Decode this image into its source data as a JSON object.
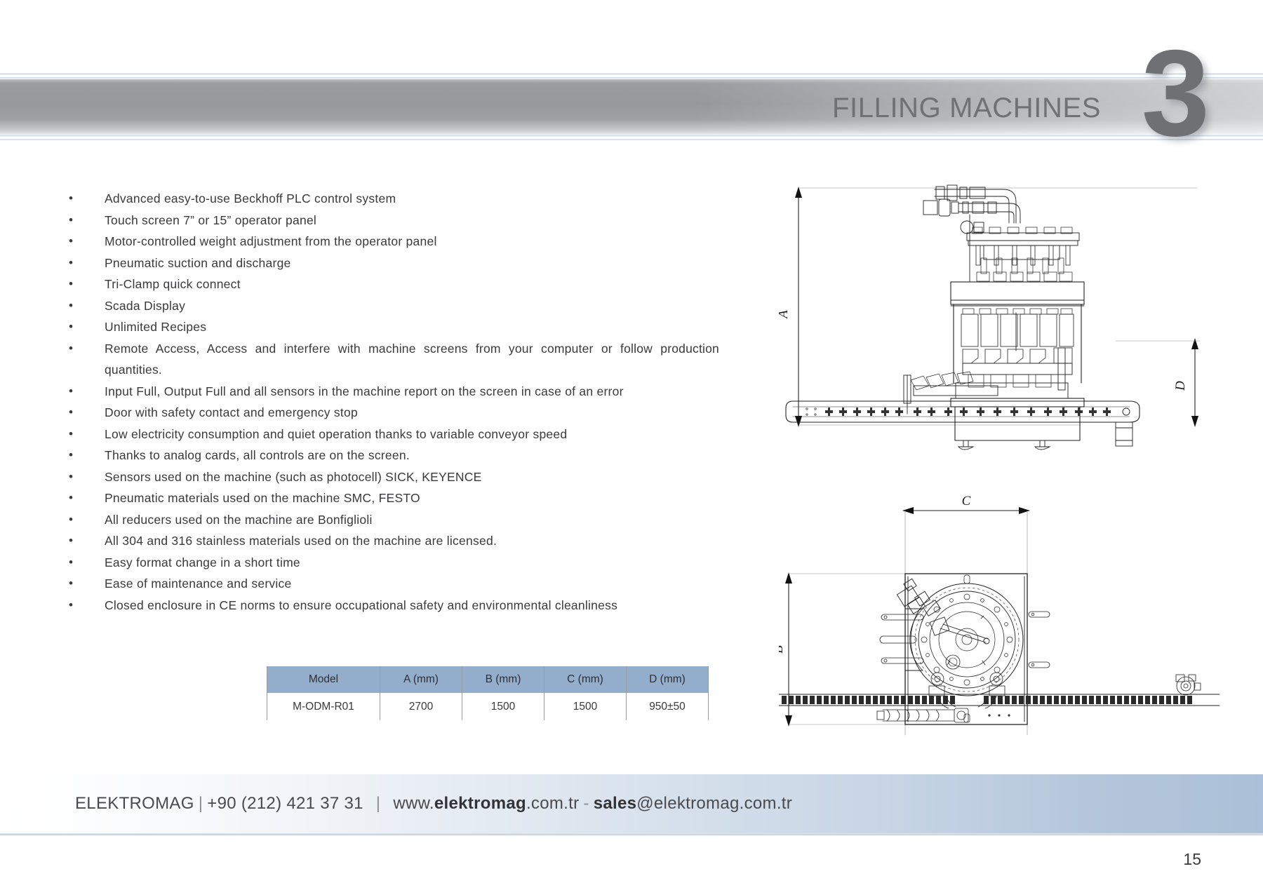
{
  "header": {
    "title": "FILLING MACHINES",
    "chapter_number": "3",
    "bar_color": "#9a9ca0",
    "accent_line_color": "#c3d2e6"
  },
  "features": {
    "items": [
      {
        "text": "Advanced easy-to-use Beckhoff PLC control system",
        "bullet": "•"
      },
      {
        "text": "Touch screen 7” or 15” operator panel",
        "bullet": "•"
      },
      {
        "text": "Motor-controlled weight adjustment from the operator panel",
        "bullet": "•"
      },
      {
        "text": "Pneumatic suction and discharge",
        "bullet": "•"
      },
      {
        "text": "Tri-Clamp quick connect",
        "bullet": "•"
      },
      {
        "text": "Scada Display",
        "bullet": "•"
      },
      {
        "text": "Unlimited Recipes",
        "bullet": "•"
      },
      {
        "text": "Remote Access, Access and interfere with machine screens from your computer or follow production quantities.",
        "bullet": "•"
      },
      {
        "text": "Input Full, Output Full and all sensors in the machine report on the screen in case of an error",
        "bullet": "•"
      },
      {
        "text": "Door with safety contact and emergency stop",
        "bullet": "•"
      },
      {
        "text": "Low electricity consumption and quiet operation thanks to variable conveyor speed",
        "bullet": "•"
      },
      {
        "text": "Thanks to analog cards, all controls are on the screen.",
        "bullet": "•"
      },
      {
        "text": "Sensors used on the machine (such as photocell) SICK, KEYENCE",
        "bullet": "•"
      },
      {
        "text": "Pneumatic materials used on the machine SMC, FESTO",
        "bullet": "•"
      },
      {
        "text": "All reducers used on the machine are Bonfiglioli",
        "bullet": "•"
      },
      {
        "text": "All 304 and 316 stainless materials used on the machine are licensed.",
        "bullet": "•"
      },
      {
        "text": "Easy format change in a short time",
        "bullet": "•"
      },
      {
        "text": "Ease of maintenance and service",
        "bullet": "•"
      },
      {
        "text": "Closed enclosure in CE norms to ensure occupational safety and environmental cleanliness",
        "bullet": "•"
      }
    ]
  },
  "spec_table": {
    "header_bg": "#92aecc",
    "columns": [
      "Model",
      "A (mm)",
      "B (mm)",
      "C (mm)",
      "D (mm)"
    ],
    "rows": [
      [
        "M-ODM-R01",
        "2700",
        "1500",
        "1500",
        "950±50"
      ]
    ]
  },
  "drawings": {
    "front_view": {
      "dimension_labels": {
        "height": "A",
        "conveyor_height": "D"
      }
    },
    "plan_view": {
      "dimension_labels": {
        "width": "C",
        "depth": "B"
      }
    }
  },
  "footer": {
    "company": "ELEKTROMAG",
    "separator1": "|",
    "phone": "+90 (212) 421 37 31",
    "separator2": "|",
    "web_prefix": "www.",
    "web_brand": "elektromag",
    "web_suffix": ".com.tr",
    "dash": "-",
    "email_user": "sales",
    "email_domain": "@elektromag.com.tr",
    "page_number": "15"
  }
}
